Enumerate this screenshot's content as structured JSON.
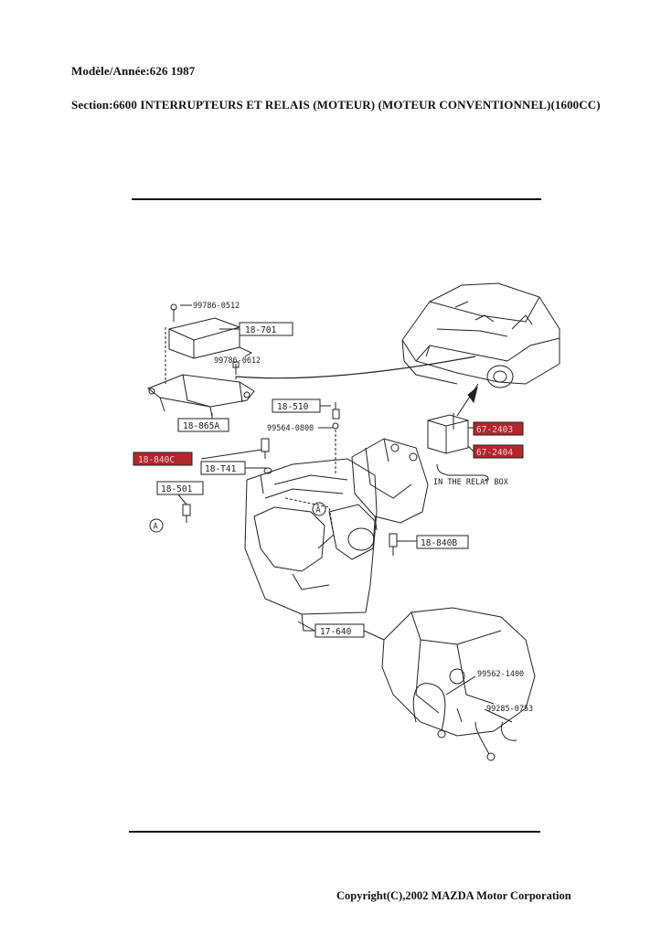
{
  "header": {
    "model_year": "Modèle/Année:626 1987",
    "section": "Section:6600  INTERRUPTEURS ET RELAIS (MOTEUR) (MOTEUR CONVENTIONNEL)(1600CC)"
  },
  "footer": {
    "copyright": "Copyright(C),2002 MAZDA Motor Corporation"
  },
  "diagram": {
    "part_boxes": {
      "p18_701": "18-701",
      "p18_865a": "18-865A",
      "p18_510": "18-510",
      "p18_840c": "18-840C",
      "p18_t41": "18-T41",
      "p18_501": "18-501",
      "p67_2403": "67-2403",
      "p67_2404": "67-2404",
      "p18_840b": "18-840B",
      "p17_640": "17-640"
    },
    "labels": {
      "bolt_top": "99786-0512",
      "bolt_mid": "99786-0612",
      "washer": "99564-0800",
      "relay_box": "IN  THE  RELAY  BOX",
      "callout_a": "A",
      "cable_1": "99562-1400",
      "cable_2": "99285-0753"
    },
    "highlight_color": "#b3262e"
  }
}
